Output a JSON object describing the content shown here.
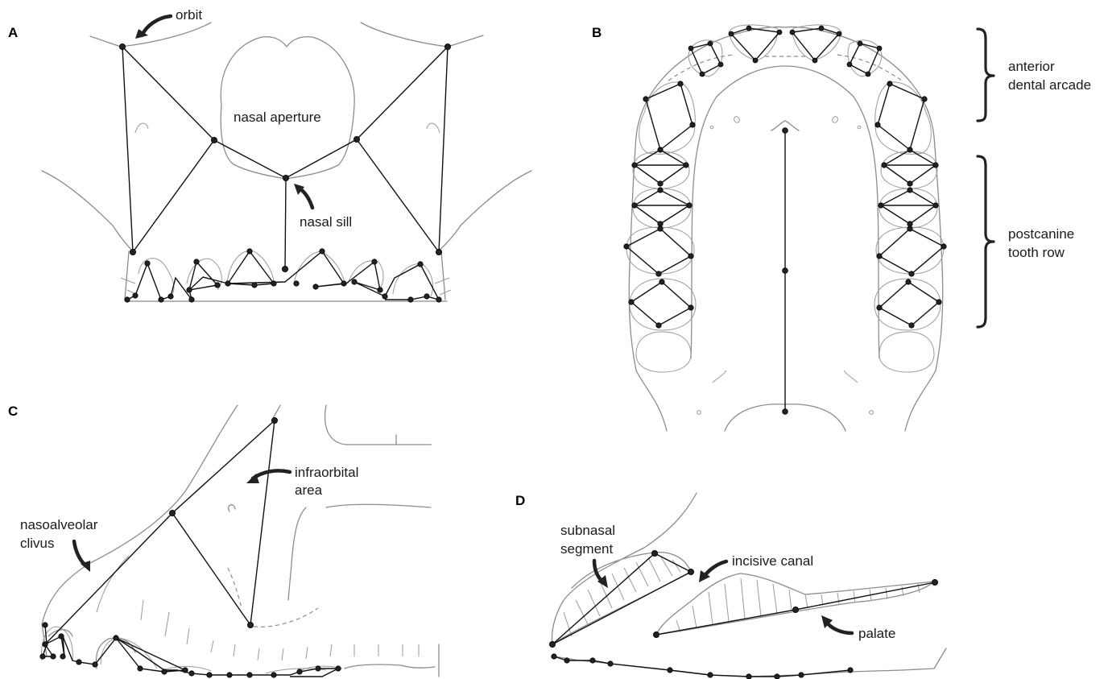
{
  "panels": {
    "a": "A",
    "b": "B",
    "c": "C",
    "d": "D"
  },
  "panel_a": {
    "orbit": "orbit",
    "nasal_aperture": "nasal aperture",
    "nasal_sill": "nasal sill"
  },
  "panel_b": {
    "anterior_line1": "anterior",
    "anterior_line2": "dental arcade",
    "postcanine_line1": "postcanine",
    "postcanine_line2": "tooth row"
  },
  "panel_c": {
    "infraorbital_line1": "infraorbital",
    "infraorbital_line2": "area",
    "nasoalveolar_line1": "nasoalveolar",
    "nasoalveolar_line2": "clivus"
  },
  "panel_d": {
    "subnasal_line1": "subnasal",
    "subnasal_line2": "segment",
    "incisive_canal": "incisive canal",
    "palate": "palate"
  }
}
